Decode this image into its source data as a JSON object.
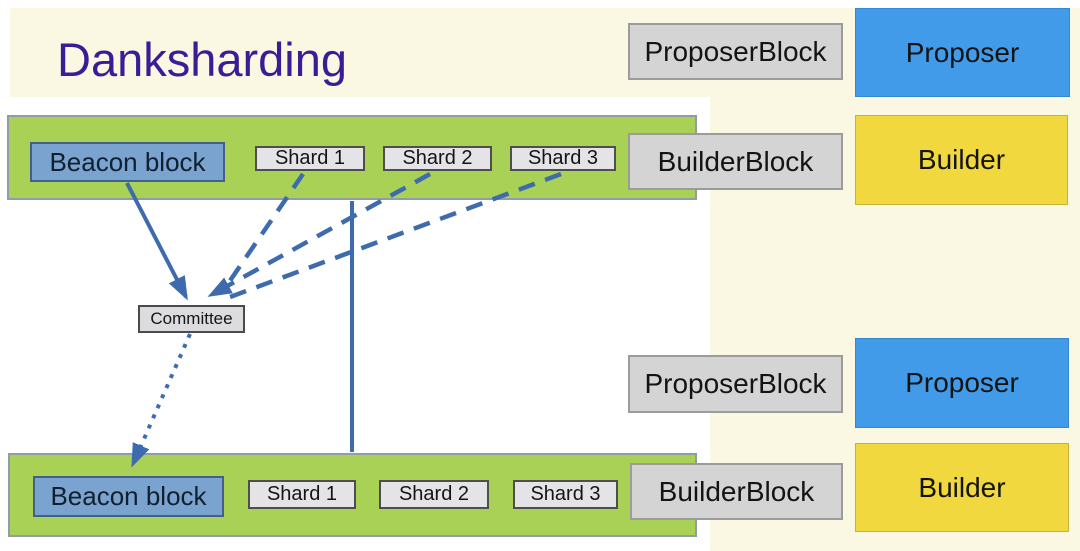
{
  "title": "Danksharding",
  "committee_label": "Committee",
  "slots": [
    {
      "beacon_label": "Beacon block",
      "shard_labels": [
        "Shard 1",
        "Shard 2",
        "Shard 3"
      ]
    },
    {
      "beacon_label": "Beacon block",
      "shard_labels": [
        "Shard 1",
        "Shard 2",
        "Shard 3"
      ]
    }
  ],
  "legend": [
    {
      "block": "ProposerBlock",
      "role": "Proposer"
    },
    {
      "block": "BuilderBlock",
      "role": "Builder"
    },
    {
      "block": "ProposerBlock",
      "role": "Proposer"
    },
    {
      "block": "BuilderBlock",
      "role": "Builder"
    }
  ],
  "colors": {
    "page_bg": "#ffffff",
    "cream_bg": "#faf8e3",
    "slot_green": "#a9d155",
    "slot_border": "#8f9ea6",
    "beacon_blue": "#7ba3d0",
    "beacon_border": "#43608c",
    "shard_gray": "#e4e4e7",
    "shard_border": "#4e4e4e",
    "label_gray": "#d4d4d4",
    "label_gray_border": "#9b9b9b",
    "proposer_blue": "#419be8",
    "proposer_border": "#3488d0",
    "builder_yellow": "#f0d83e",
    "builder_border": "#c9b337",
    "committee_gray": "#dcdce0",
    "committee_border": "#4a4a4a",
    "arrow_blue": "#3d6bae",
    "title_purple": "#3a1d96",
    "text_dark": "#141414"
  }
}
